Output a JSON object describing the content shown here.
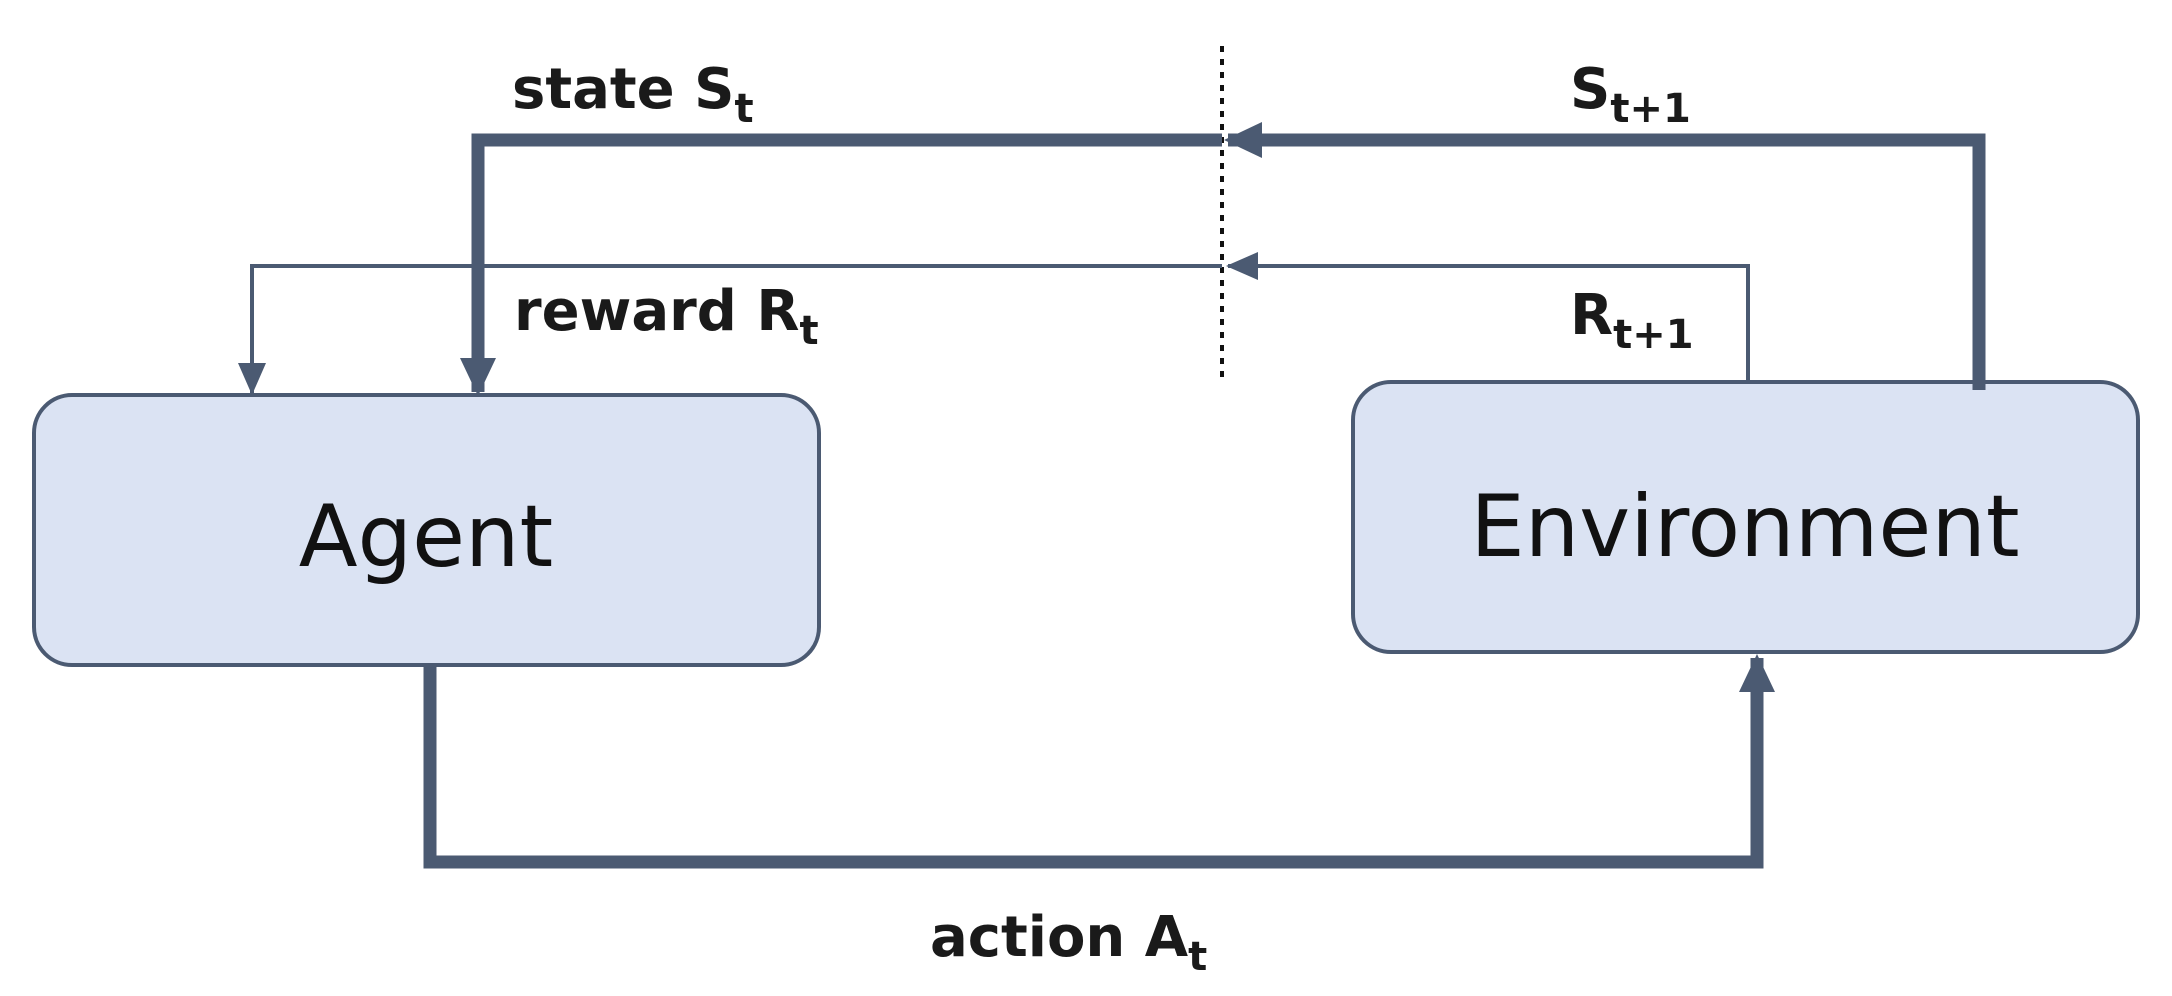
{
  "colors": {
    "node_fill": "#dbe3f3",
    "node_stroke": "#4b5a72",
    "arrow": "#4b5a72",
    "divider": "#111111",
    "text": "#111111"
  },
  "nodes": {
    "agent": {
      "label": "Agent"
    },
    "environment": {
      "label": "Environment"
    }
  },
  "edges": {
    "state": {
      "main": "state S",
      "sub": "t"
    },
    "reward": {
      "main": "reward R",
      "sub": "t"
    },
    "next_state": {
      "main": "S",
      "sub": "t+1"
    },
    "next_reward": {
      "main": "R",
      "sub": "t+1"
    },
    "action": {
      "main": "action A",
      "sub": "t"
    }
  }
}
